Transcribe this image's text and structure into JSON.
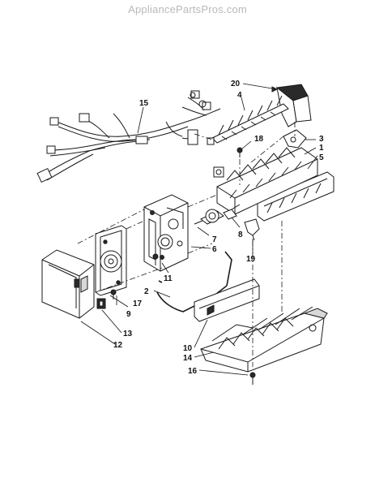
{
  "watermark": {
    "text": "AppliancePartsPros.com",
    "color": "#b9b9b9"
  },
  "callouts": [
    "20",
    "4",
    "15",
    "18",
    "3",
    "1",
    "5",
    "6",
    "7",
    "8",
    "19",
    "11",
    "2",
    "17",
    "9",
    "13",
    "12",
    "10",
    "14",
    "16"
  ]
}
